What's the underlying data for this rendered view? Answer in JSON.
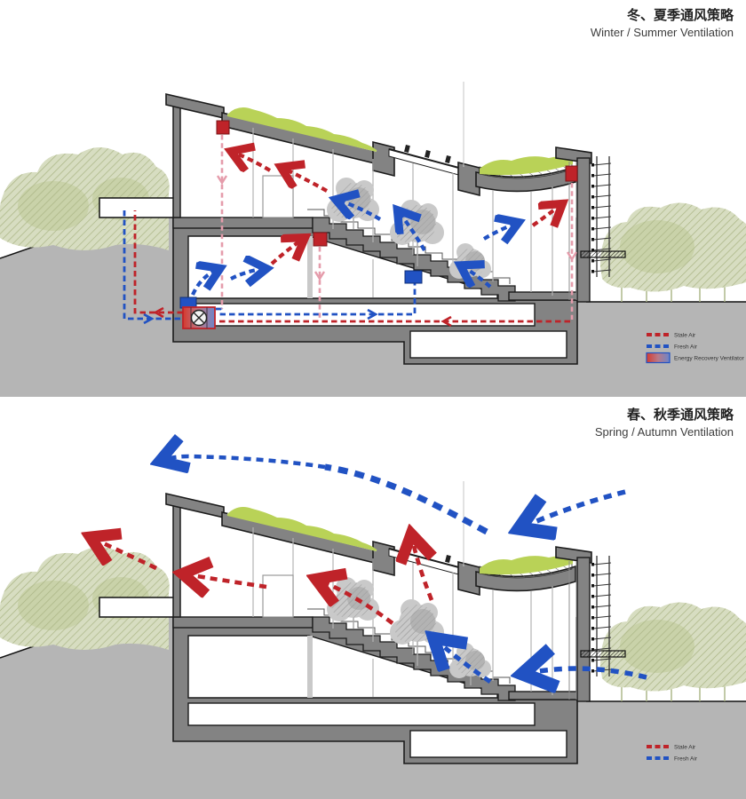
{
  "winter": {
    "title_cn": "冬、夏季通风策略",
    "title_en": "Winter / Summer Ventilation",
    "legend": [
      {
        "label": "Stale Air"
      },
      {
        "label": "Fresh Air"
      },
      {
        "label": "Energy Recovery Ventilator"
      }
    ]
  },
  "spring": {
    "title_cn": "春、秋季通风策略",
    "title_en": "Spring / Autumn Ventilation",
    "legend": [
      {
        "label": "Stale Air"
      },
      {
        "label": "Fresh Air"
      }
    ]
  },
  "colors": {
    "stale": "#bf2329",
    "fresh": "#2152c3",
    "duct": "#e59cab",
    "green": "#b9d257",
    "wall": "#838383",
    "ground": "#b5b5b5",
    "tree": "#d7ddc1",
    "tree2": "#c9d2a9",
    "treeline": "#a9b483",
    "itree": "#c9c9c9",
    "itree2": "#b3b3b3"
  }
}
